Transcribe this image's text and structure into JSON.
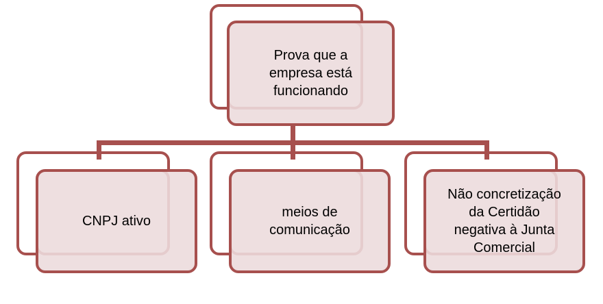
{
  "diagram": {
    "type": "hierarchy",
    "title": "Prova que a empresa está funcionando",
    "colors": {
      "border": "#a7504e",
      "fill": "#eedfe0",
      "text": "#000000",
      "background": "#ffffff"
    },
    "root": {
      "label": "Prova que a\nempresa está\nfuncionando"
    },
    "children": [
      {
        "label": "CNPJ ativo"
      },
      {
        "label": "meios de\ncomunicação"
      },
      {
        "label": "Não concretização\nda Certidão\nnegativa à Junta\nComercial"
      }
    ]
  }
}
